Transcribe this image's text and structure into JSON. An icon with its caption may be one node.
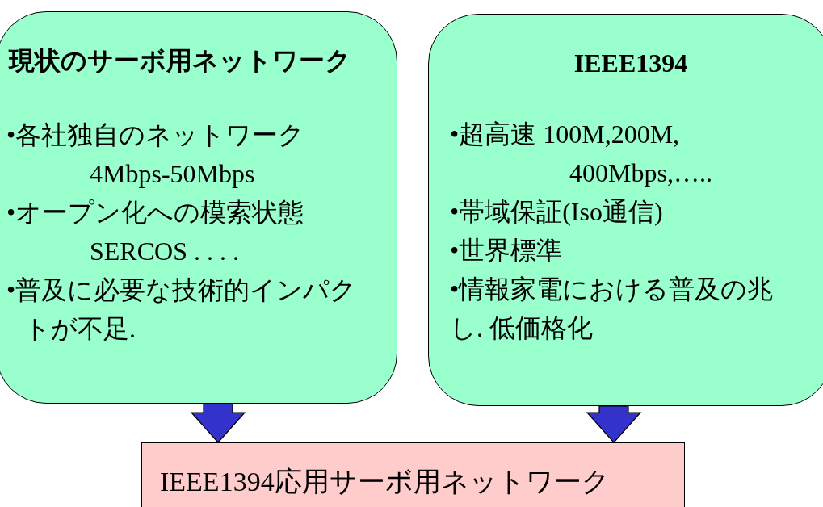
{
  "diagram": {
    "nodes": [
      {
        "text": [
          "現状のサーボ用ネットワーク",
          "•各社独自のネットワーク 4Mbps-50Mbps",
          "•オープン化への模索状態 SERCOS . . . .",
          "•普及に必要な技術的インパクトが不足."
        ]
      },
      {
        "text": [
          "IEEE1394",
          "•超高速 100M,200M, 400Mbps,…..",
          "•帯域保証(Iso通信)",
          "•世界標準",
          "•情報家電における普及の兆し. 低価格化"
        ]
      },
      {
        "text": [
          "IEEE1394応用サーボ用ネットワーク"
        ]
      }
    ],
    "edges": [
      {
        "from": 0,
        "to": 2,
        "arrow": "to"
      },
      {
        "from": 1,
        "to": 2,
        "arrow": "to"
      }
    ]
  }
}
